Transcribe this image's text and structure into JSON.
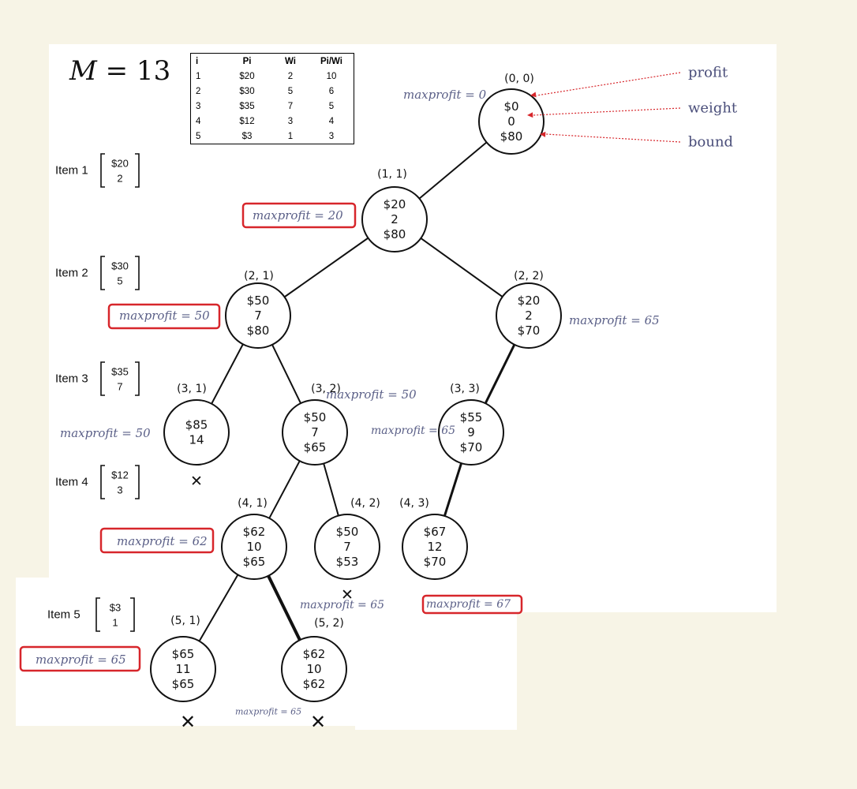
{
  "heading": {
    "variable": "M",
    "equals": "= 13"
  },
  "table": {
    "headers": [
      "i",
      "Pi",
      "Wi",
      "Pi/Wi"
    ],
    "rows": [
      [
        "1",
        "$20",
        "2",
        "10"
      ],
      [
        "2",
        "$30",
        "5",
        "6"
      ],
      [
        "3",
        "$35",
        "7",
        "5"
      ],
      [
        "4",
        "$12",
        "3",
        "4"
      ],
      [
        "5",
        "$3",
        "1",
        "3"
      ]
    ]
  },
  "items": [
    {
      "label": "Item 1",
      "profit": "$20",
      "weight": "2"
    },
    {
      "label": "Item 2",
      "profit": "$30",
      "weight": "5"
    },
    {
      "label": "Item 3",
      "profit": "$35",
      "weight": "7"
    },
    {
      "label": "Item 4",
      "profit": "$12",
      "weight": "3"
    },
    {
      "label": "Item 5",
      "profit": "$3",
      "weight": "1"
    }
  ],
  "legend": {
    "profit": "profit",
    "weight": "weight",
    "bound": "bound"
  },
  "nodes": [
    {
      "id": "n00",
      "label": "(0, 0)",
      "profit": "$0",
      "weight": "0",
      "bound": "$80"
    },
    {
      "id": "n11",
      "label": "(1, 1)",
      "profit": "$20",
      "weight": "2",
      "bound": "$80"
    },
    {
      "id": "n21",
      "label": "(2, 1)",
      "profit": "$50",
      "weight": "7",
      "bound": "$80"
    },
    {
      "id": "n22",
      "label": "(2, 2)",
      "profit": "$20",
      "weight": "2",
      "bound": "$70"
    },
    {
      "id": "n31",
      "label": "(3, 1)",
      "profit": "$85",
      "weight": "14",
      "bound": "",
      "pruned": true
    },
    {
      "id": "n32",
      "label": "(3, 2)",
      "profit": "$50",
      "weight": "7",
      "bound": "$65"
    },
    {
      "id": "n33",
      "label": "(3, 3)",
      "profit": "$55",
      "weight": "9",
      "bound": "$70"
    },
    {
      "id": "n41",
      "label": "(4, 1)",
      "profit": "$62",
      "weight": "10",
      "bound": "$65"
    },
    {
      "id": "n42",
      "label": "(4, 2)",
      "profit": "$50",
      "weight": "7",
      "bound": "$53",
      "pruned": true
    },
    {
      "id": "n43",
      "label": "(4, 3)",
      "profit": "$67",
      "weight": "12",
      "bound": "$70"
    },
    {
      "id": "n51",
      "label": "(5, 1)",
      "profit": "$65",
      "weight": "11",
      "bound": "$65",
      "pruned": true
    },
    {
      "id": "n52",
      "label": "(5, 2)",
      "profit": "$62",
      "weight": "10",
      "bound": "$62",
      "pruned": true
    }
  ],
  "edges": [
    [
      "n00",
      "n11"
    ],
    [
      "n11",
      "n21"
    ],
    [
      "n11",
      "n22"
    ],
    [
      "n21",
      "n31"
    ],
    [
      "n21",
      "n32"
    ],
    [
      "n22",
      "n33"
    ],
    [
      "n32",
      "n41"
    ],
    [
      "n32",
      "n42"
    ],
    [
      "n33",
      "n43"
    ],
    [
      "n41",
      "n51"
    ],
    [
      "n41",
      "n52"
    ]
  ],
  "maxprofit_annotations": [
    {
      "text": "maxprofit = 0",
      "boxed": false
    },
    {
      "text": "maxprofit = 20",
      "boxed": true
    },
    {
      "text": "maxprofit = 50",
      "boxed": true
    },
    {
      "text": "maxprofit = 65",
      "boxed": false
    },
    {
      "text": "maxprofit = 50",
      "boxed": false
    },
    {
      "text": "maxprofit = 50",
      "boxed": false
    },
    {
      "text": "maxprofit = 65",
      "boxed": false
    },
    {
      "text": "maxprofit = 62",
      "boxed": true
    },
    {
      "text": "maxprofit = 65",
      "boxed": false
    },
    {
      "text": "maxprofit = 67",
      "boxed": true
    },
    {
      "text": "maxprofit = 65",
      "boxed": true
    },
    {
      "text": "maxprofit = 65",
      "boxed": false
    }
  ],
  "colors": {
    "background": "#f7f4e6",
    "panel": "#ffffff",
    "annotation": "#5a5f87",
    "highlight_box": "#d7262b",
    "arrow": "#d7262b"
  }
}
